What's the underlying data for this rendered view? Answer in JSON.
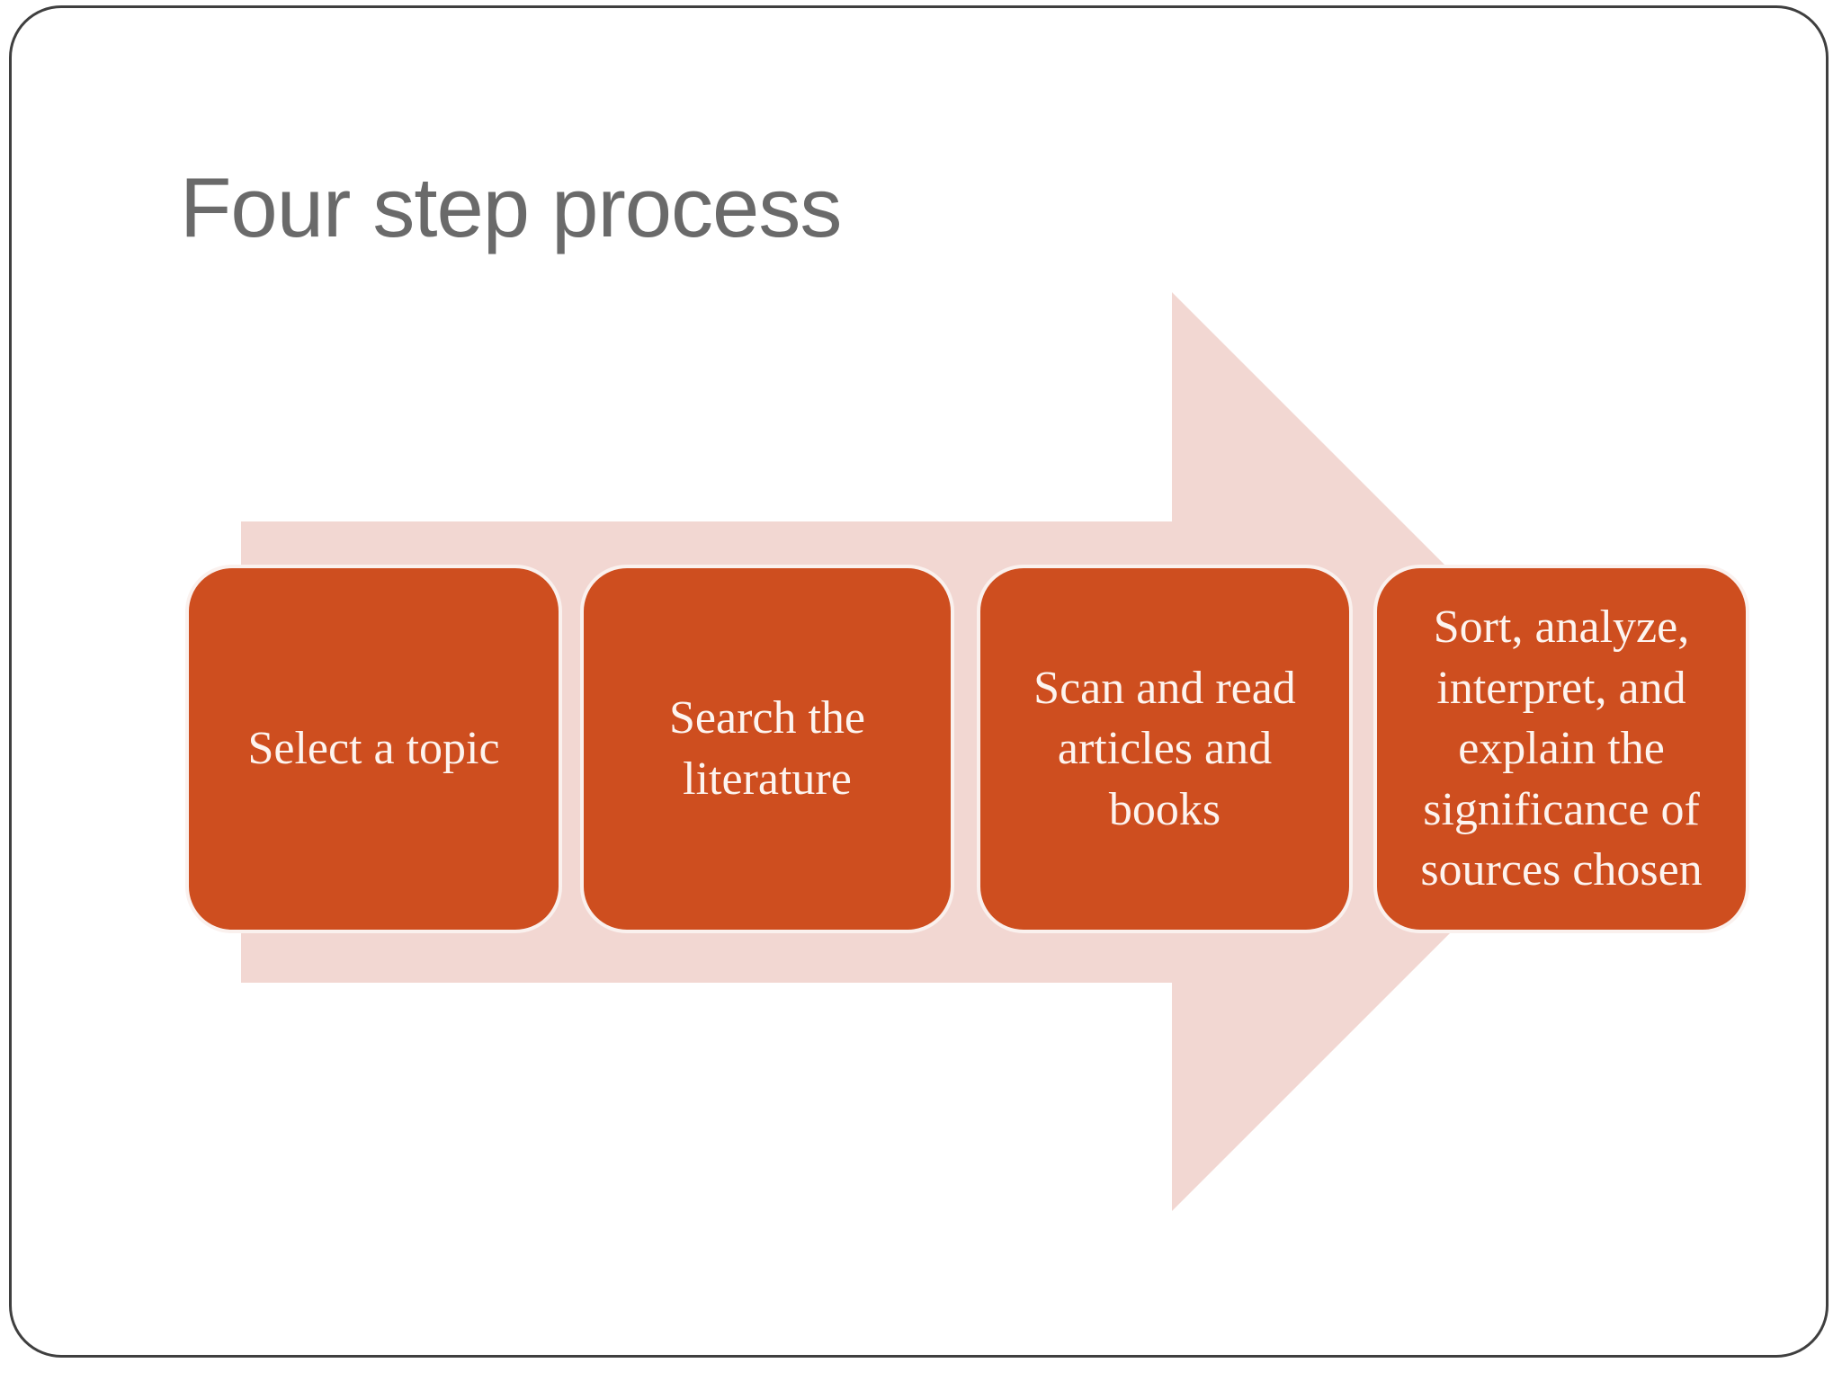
{
  "slide": {
    "title": "Four step process",
    "steps": [
      {
        "label": "Select a topic"
      },
      {
        "label": "Search the literature"
      },
      {
        "label": "Scan and read articles and books"
      },
      {
        "label": "Sort, analyze, interpret, and explain the significance of sources chosen"
      }
    ],
    "arrow": {
      "direction": "right"
    },
    "colors": {
      "box_fill": "#ce4e1f",
      "arrow_fill": "#f2d7d2",
      "title_color": "#6a6a6a",
      "box_text": "#fdf4ef",
      "frame_border": "#3f3f3f"
    }
  }
}
